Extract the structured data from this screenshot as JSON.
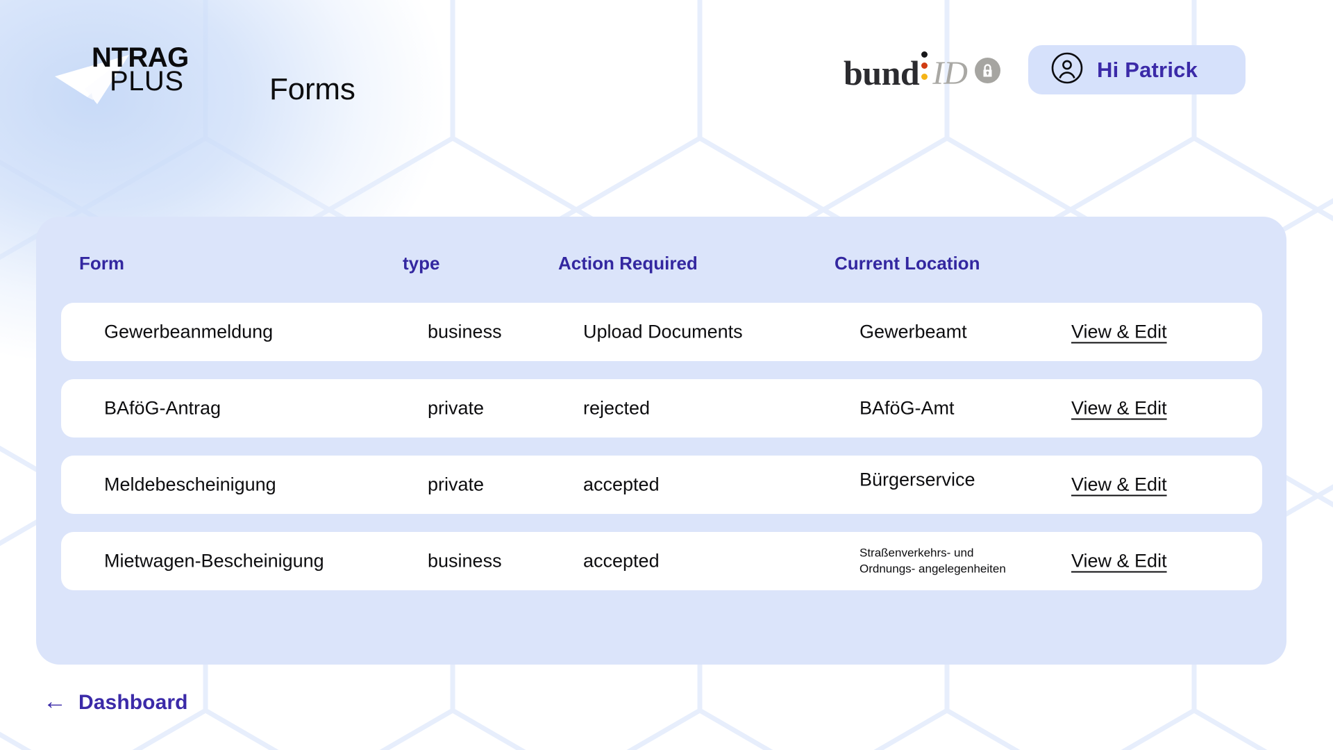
{
  "header": {
    "brand": {
      "line1": "NTRAG",
      "line2": "PLUS",
      "plane_icon": "paper-plane-icon"
    },
    "page_title": "Forms",
    "bundid": {
      "word": "bund",
      "id": "ID",
      "lock_icon": "lock-icon",
      "dot_colors": [
        "#18181a",
        "#d03c12",
        "#f5b416"
      ]
    },
    "user": {
      "greeting": "Hi Patrick",
      "avatar_icon": "user-circle-icon",
      "pill_bg": "#d6e1fb",
      "text_color": "#3b2aa8"
    }
  },
  "table": {
    "columns": [
      "Form",
      "type",
      "Action Required",
      "Current Location"
    ],
    "action_label": "View & Edit",
    "card_bg": "#dbe4fa",
    "header_color": "#3327a0",
    "rows": [
      {
        "form": "Gewerbeanmeldung",
        "type": "business",
        "action_required": "Upload Documents",
        "location": "Gewerbeamt",
        "action": "View & Edit"
      },
      {
        "form": "BAföG-Antrag",
        "type": "private",
        "action_required": "rejected",
        "location": "BAföG-Amt",
        "action": "View & Edit"
      },
      {
        "form": "Meldebescheinigung",
        "type": "private",
        "action_required": "accepted",
        "location": "Bürgerservice",
        "action": "View & Edit"
      },
      {
        "form": "Mietwagen-Bescheinigung",
        "type": "business",
        "action_required": "accepted",
        "location": "Straßenverkehrs- und Ordnungs- angelegenheiten",
        "action": "View & Edit"
      }
    ]
  },
  "footer": {
    "back": {
      "arrow": "←",
      "label": "Dashboard",
      "color": "#3b2aa8"
    }
  }
}
